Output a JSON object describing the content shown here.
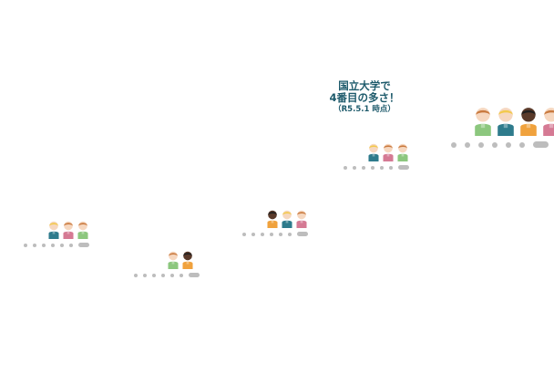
{
  "callout": {
    "line1": "国立大学で",
    "line2": "4番目の多さ！",
    "line3": "（R5.5.1 時点）"
  },
  "colors": {
    "teal": "#2e7b8c",
    "pink": "#d57a94",
    "green": "#8cc77e",
    "orange": "#f0a23d",
    "callout_text": "#1d5a6b",
    "dots": "#bdbdbd"
  },
  "groups": [
    {
      "id": "group-1",
      "people": [
        "teal-blonde",
        "pink-auburn",
        "green-auburn"
      ]
    },
    {
      "id": "group-2",
      "people": [
        "green-auburn",
        "orange-dark"
      ]
    },
    {
      "id": "group-3",
      "people": [
        "orange-dark",
        "teal-blonde",
        "pink-auburn"
      ]
    },
    {
      "id": "group-4",
      "people": [
        "teal-blonde",
        "pink-auburn",
        "green-auburn"
      ]
    },
    {
      "id": "group-5",
      "people": [
        "green-auburn",
        "teal-blonde",
        "orange-dark",
        "pink-auburn"
      ]
    }
  ]
}
